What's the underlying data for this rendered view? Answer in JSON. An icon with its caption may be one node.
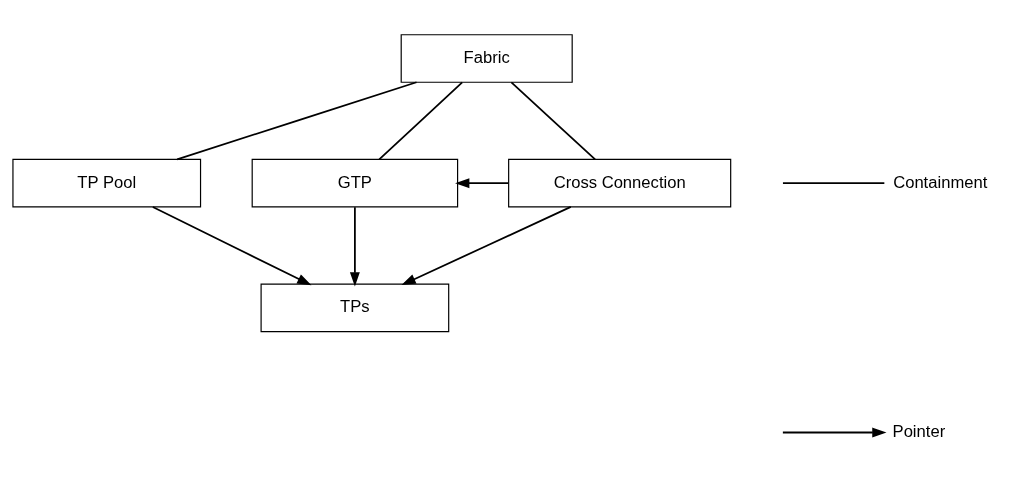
{
  "diagram": {
    "nodes": [
      {
        "text": [
          "Fabric"
        ]
      },
      {
        "text": [
          "TP Pool"
        ]
      },
      {
        "text": [
          "GTP"
        ]
      },
      {
        "text": [
          "Cross Connection"
        ]
      },
      {
        "text": [
          "TPs"
        ]
      }
    ],
    "edges": [
      {
        "from": 0,
        "to": 1,
        "arrow": "none"
      },
      {
        "from": 0,
        "to": 2,
        "arrow": "none"
      },
      {
        "from": 0,
        "to": 3,
        "arrow": "none"
      },
      {
        "from": 3,
        "to": 2,
        "arrow": "to"
      },
      {
        "from": 1,
        "to": 4,
        "arrow": "to"
      },
      {
        "from": 2,
        "to": 4,
        "arrow": "to"
      },
      {
        "from": 3,
        "to": 4,
        "arrow": "to"
      }
    ],
    "legend": [
      {
        "text": "Containment"
      },
      {
        "text": "Pointer"
      }
    ]
  }
}
